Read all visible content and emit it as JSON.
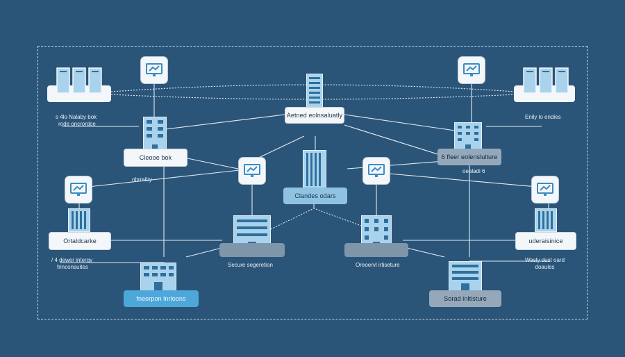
{
  "labels": {
    "top_center": "Aetned eolnsaluatly",
    "left_top_1": "s 4lo Nalaby bok",
    "left_top_2": "rode oncrordce",
    "right_top": "Enily lo endies",
    "left_mid_box": "Cleooe bok",
    "left_mid_text": "nhrrailry",
    "right_mid_box": "6 fleer eolenslulture",
    "right_mid_text": "oealadi 6",
    "center_box": "Clandes odars",
    "left_lower_box": "Ortaldcarke",
    "right_lower_box": "uderaisinice",
    "center_left_caption": "Secure segeretion",
    "center_right_caption": "Oreoervl irtiseture",
    "left_bottom_text_1": "/ 4 dewer intergy",
    "left_bottom_text_2": "frinconsuites",
    "right_bottom_text_1": "Wasly dust oard",
    "right_bottom_text_2": "doaules",
    "left_bottom_box": "fneerpon lnrloons",
    "right_bottom_box": "Sorad inltisture"
  },
  "colors": {
    "background": "#2b5578",
    "line": "#e2ebf3",
    "accent_blue": "#4ea7d9",
    "building": "#a9d3ec",
    "building_window": "#2f6f9b"
  },
  "icons": [
    "server-rack-icon",
    "monitor-icon",
    "office-building-icon"
  ]
}
